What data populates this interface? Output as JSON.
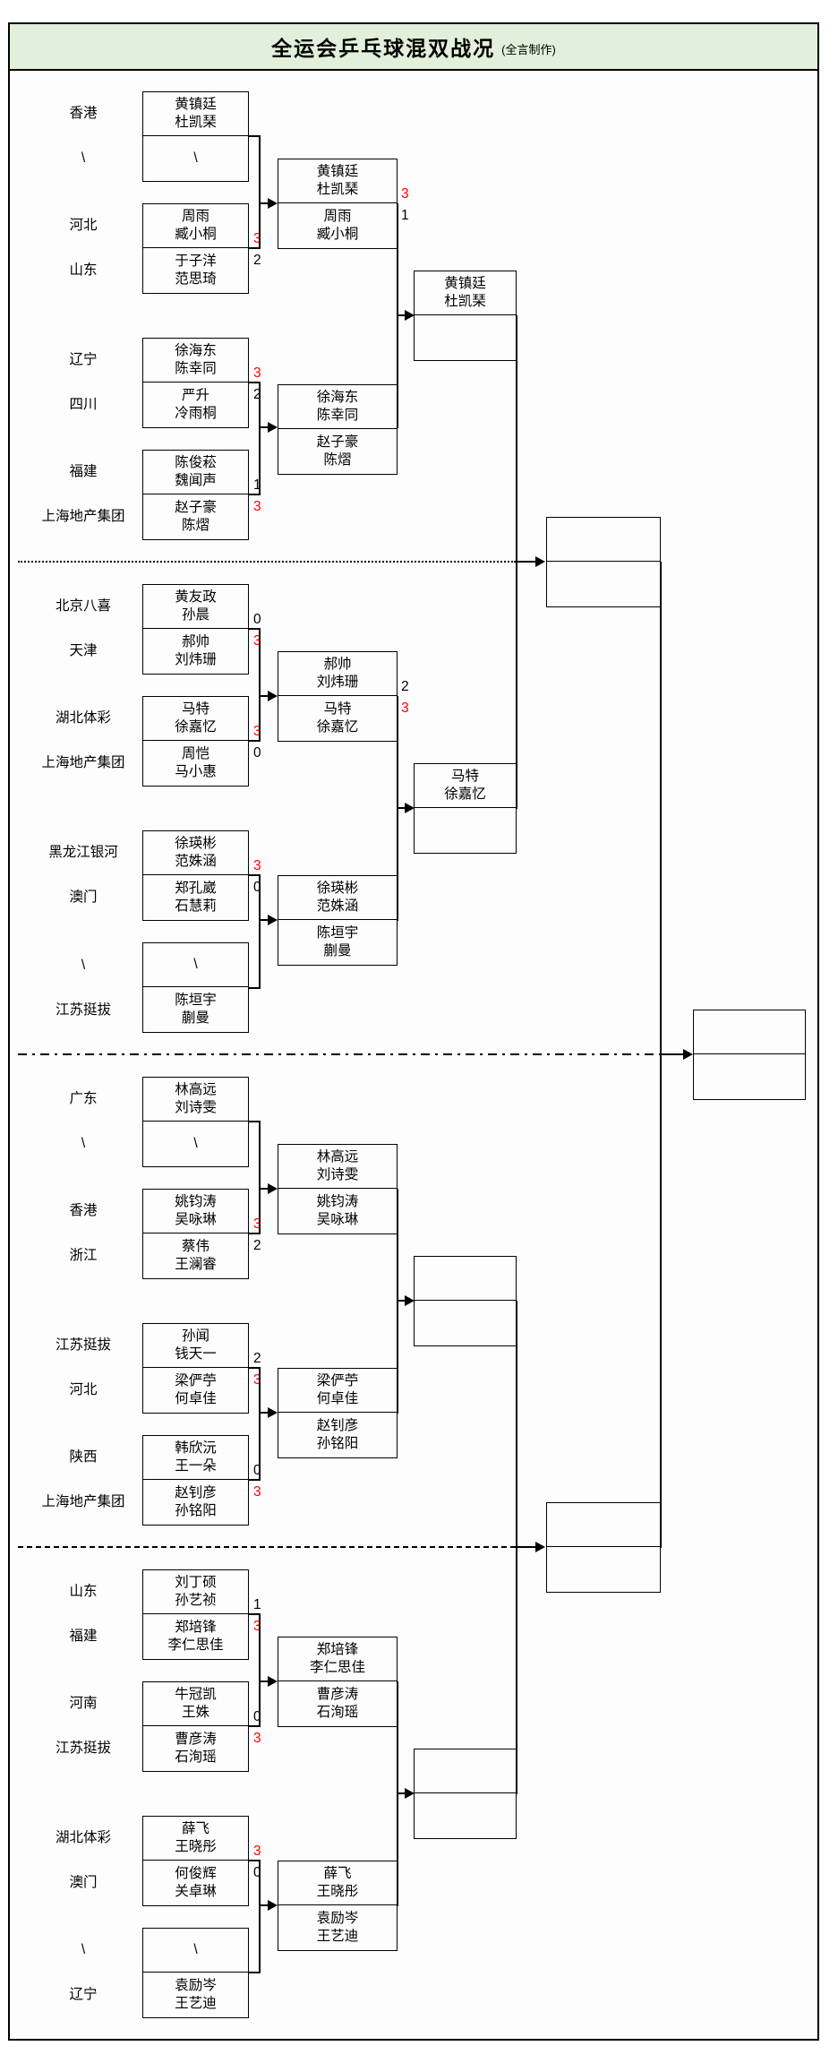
{
  "title": {
    "main": "全运会乒乓球混双战况",
    "credit": "(全言制作)"
  },
  "colors": {
    "win_score": "#ff0000",
    "title_bg": "#e2efda",
    "line": "#000000"
  },
  "groups": [
    {
      "pairs": [
        {
          "region_top": "香港",
          "team_top": "黄镇廷\n杜凯琹",
          "score_top": "",
          "region_bottom": "\\",
          "team_bottom": "\\",
          "score_bottom": ""
        },
        {
          "region_top": "河北",
          "team_top": "周雨\n臧小桐",
          "score_top": "3",
          "region_bottom": "山东",
          "team_bottom": "于子洋\n范思琦",
          "score_bottom": "2"
        },
        {
          "region_top": "辽宁",
          "team_top": "徐海东\n陈幸同",
          "score_top": "3",
          "region_bottom": "四川",
          "team_bottom": "严升\n冷雨桐",
          "score_bottom": "2"
        },
        {
          "region_top": "福建",
          "team_top": "陈俊菘\n魏闻声",
          "score_top": "1",
          "region_bottom": "上海地产集团",
          "team_bottom": "赵子豪\n陈熠",
          "score_bottom": "3"
        }
      ],
      "r2": [
        {
          "team_top": "黄镇廷\n杜凯琹",
          "score_top": "3",
          "team_bottom": "周雨\n臧小桐",
          "score_bottom": "1"
        },
        {
          "team_top": "徐海东\n陈幸同",
          "score_top": "",
          "team_bottom": "赵子豪\n陈熠",
          "score_bottom": ""
        }
      ],
      "qf": {
        "team_top": "黄镇廷\n杜凯琹",
        "team_bottom": ""
      }
    },
    {
      "pairs": [
        {
          "region_top": "北京八喜",
          "team_top": "黄友政\n孙晨",
          "score_top": "0",
          "region_bottom": "天津",
          "team_bottom": "郝帅\n刘炜珊",
          "score_bottom": "3"
        },
        {
          "region_top": "湖北体彩",
          "team_top": "马特\n徐嘉忆",
          "score_top": "3",
          "region_bottom": "上海地产集团",
          "team_bottom": "周恺\n马小惠",
          "score_bottom": "0"
        },
        {
          "region_top": "黑龙江银河",
          "team_top": "徐瑛彬\n范姝涵",
          "score_top": "3",
          "region_bottom": "澳门",
          "team_bottom": "郑孔崴\n石慧莉",
          "score_bottom": "0"
        },
        {
          "region_top": "\\",
          "team_top": "\\",
          "score_top": "",
          "region_bottom": "江苏挺拔",
          "team_bottom": "陈垣宇\n蒯曼",
          "score_bottom": ""
        }
      ],
      "r2": [
        {
          "team_top": "郝帅\n刘炜珊",
          "score_top": "2",
          "team_bottom": "马特\n徐嘉忆",
          "score_bottom": "3"
        },
        {
          "team_top": "徐瑛彬\n范姝涵",
          "score_top": "",
          "team_bottom": "陈垣宇\n蒯曼",
          "score_bottom": ""
        }
      ],
      "qf": {
        "team_top": "马特\n徐嘉忆",
        "team_bottom": ""
      }
    },
    {
      "pairs": [
        {
          "region_top": "广东",
          "team_top": "林高远\n刘诗雯",
          "score_top": "",
          "region_bottom": "\\",
          "team_bottom": "\\",
          "score_bottom": ""
        },
        {
          "region_top": "香港",
          "team_top": "姚钧涛\n吴咏琳",
          "score_top": "3",
          "region_bottom": "浙江",
          "team_bottom": "蔡伟\n王澜睿",
          "score_bottom": "2"
        },
        {
          "region_top": "江苏挺拔",
          "team_top": "孙闻\n钱天一",
          "score_top": "2",
          "region_bottom": "河北",
          "team_bottom": "梁俨苧\n何卓佳",
          "score_bottom": "3"
        },
        {
          "region_top": "陕西",
          "team_top": "韩欣沅\n王一朵",
          "score_top": "0",
          "region_bottom": "上海地产集团",
          "team_bottom": "赵钊彦\n孙铭阳",
          "score_bottom": "3"
        }
      ],
      "r2": [
        {
          "team_top": "林高远\n刘诗雯",
          "score_top": "",
          "team_bottom": "姚钧涛\n吴咏琳",
          "score_bottom": ""
        },
        {
          "team_top": "梁俨苧\n何卓佳",
          "score_top": "",
          "team_bottom": "赵钊彦\n孙铭阳",
          "score_bottom": ""
        }
      ],
      "qf": {
        "team_top": "",
        "team_bottom": ""
      }
    },
    {
      "pairs": [
        {
          "region_top": "山东",
          "team_top": "刘丁硕\n孙艺祯",
          "score_top": "1",
          "region_bottom": "福建",
          "team_bottom": "郑培锋\n李仁思佳",
          "score_bottom": "3"
        },
        {
          "region_top": "河南",
          "team_top": "牛冠凯\n王姝",
          "score_top": "0",
          "region_bottom": "江苏挺拔",
          "team_bottom": "曹彦涛\n石洵瑶",
          "score_bottom": "3"
        },
        {
          "region_top": "湖北体彩",
          "team_top": "薛飞\n王晓彤",
          "score_top": "3",
          "region_bottom": "澳门",
          "team_bottom": "何俊辉\n关卓琳",
          "score_bottom": "0"
        },
        {
          "region_top": "\\",
          "team_top": "\\",
          "score_top": "",
          "region_bottom": "辽宁",
          "team_bottom": "袁励岑\n王艺迪",
          "score_bottom": ""
        }
      ],
      "r2": [
        {
          "team_top": "郑培锋\n李仁思佳",
          "score_top": "",
          "team_bottom": "曹彦涛\n石洵瑶",
          "score_bottom": ""
        },
        {
          "team_top": "薛飞\n王晓彤",
          "score_top": "",
          "team_bottom": "袁励岑\n王艺迪",
          "score_bottom": ""
        }
      ],
      "qf": {
        "team_top": "",
        "team_bottom": ""
      }
    }
  ],
  "semifinals": [
    {
      "team_top": "",
      "team_bottom": ""
    },
    {
      "team_top": "",
      "team_bottom": ""
    }
  ],
  "final": {
    "team_top": "",
    "team_bottom": ""
  }
}
